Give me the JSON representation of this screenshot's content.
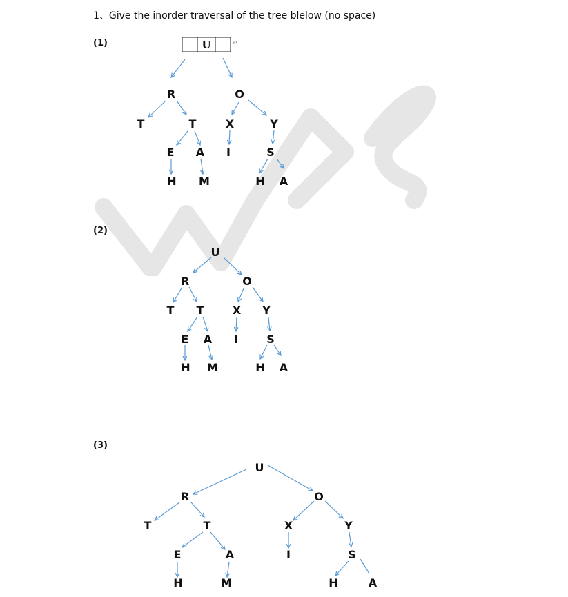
{
  "question": {
    "text": "1、Give the inorder traversal of the tree blelow (no space)"
  },
  "parts": [
    {
      "label": "(1)"
    },
    {
      "label": "(2)"
    },
    {
      "label": "(3)"
    }
  ],
  "tree": {
    "root": "U",
    "nodes": [
      "U",
      "R",
      "O",
      "T",
      "T",
      "X",
      "Y",
      "E",
      "A",
      "I",
      "S",
      "H",
      "M",
      "H",
      "A"
    ]
  },
  "watermark": {
    "text": "WPS"
  }
}
